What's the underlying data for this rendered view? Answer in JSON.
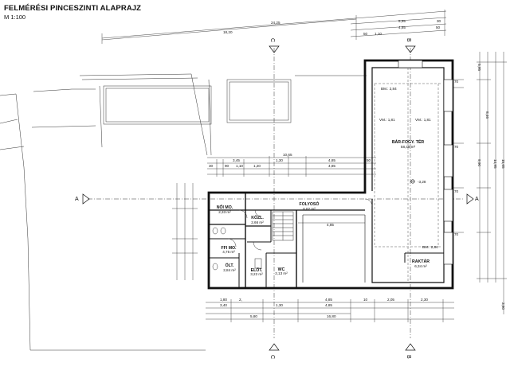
{
  "title": "FELMÉRÉSI PINCESZINTI ALAPRAJZ",
  "scale": "M 1:100",
  "rooms": {
    "bar": {
      "name": "BÁR-FOGY. TÉR",
      "area": "58,48 m²"
    },
    "raktar": {
      "name": "RAKTÁR",
      "area": "6,34 m²"
    },
    "noi": {
      "name": "NŐI MO.",
      "area": "2,33 m²"
    },
    "kozl": {
      "name": "KÖZL.",
      "area": "2,66 m²"
    },
    "folyoso": {
      "name": "FOLYOSÓ",
      "area": "6,82 m²"
    },
    "ffi": {
      "name": "FFI MO.",
      "area": "4,75 m²"
    },
    "olt": {
      "name": "ÖLT.",
      "area": "2,84 m²"
    },
    "elot": {
      "name": "ELŐT.",
      "area": "3,22 m²"
    },
    "wc": {
      "name": "WC",
      "area": "2,13 m²"
    }
  },
  "sections": {
    "a": "A",
    "b": "B",
    "c": "C"
  },
  "levels": {
    "bm1": "BM.: 2,84",
    "vm1": "VM.: 1,81",
    "vm2": "VM.: 1,81",
    "bm2": "BM.: 2,84",
    "elev": "-3,28"
  },
  "dims": {
    "top_total": "24,25",
    "top_18": "18,20",
    "top_595": "5,95",
    "top_485": "4,85",
    "top_50a": "50",
    "top_50b": "50",
    "top_110": "1,10",
    "top_30": "30",
    "mid_1065": "10,65",
    "mid_485a": "4,85",
    "mid_485b": "4,85",
    "mid_130": "1,30",
    "mid_50": "50",
    "mid_345": "3,45",
    "mid_30": "30",
    "mid_90": "90",
    "mid_110": "1,10",
    "mid_120": "1,20",
    "mid_485c": "4,85",
    "bot_180": "1,80",
    "bot_2": "2,",
    "bot_485a": "4,85",
    "bot_10": "10",
    "bot_205": "2,05",
    "bot_230": "2,30",
    "bot_580": "5,80",
    "bot_485b": "4,85",
    "bot_1680": "16,80",
    "bot_340": "3,40",
    "bot_130": "1,30",
    "r_595": "5,95",
    "r_846": "8,46",
    "r_990": "9,90",
    "r_1495": "14,95",
    "r_1565": "15,65",
    "r_380": "3,80",
    "r_70a": "70",
    "r_70b": "70",
    "r_70c": "70",
    "r_70d": "70"
  }
}
